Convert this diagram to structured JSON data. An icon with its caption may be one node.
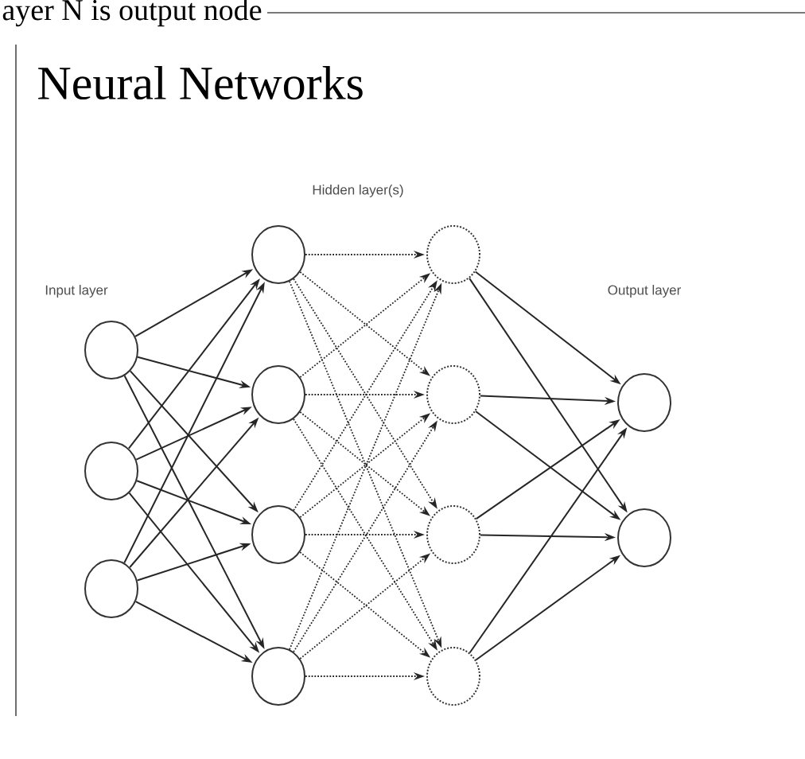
{
  "diagram": {
    "title": "Neural Networks",
    "nodes": [
      {
        "text": [],
        "shape": "circle"
      },
      {
        "text": [],
        "shape": "circle"
      },
      {
        "text": [],
        "shape": "circle"
      },
      {
        "text": [],
        "shape": "circle"
      },
      {
        "text": [],
        "shape": "circle"
      },
      {
        "text": [],
        "shape": "circle"
      },
      {
        "text": [],
        "shape": "circle"
      },
      {
        "text": [],
        "shape": "circle"
      },
      {
        "text": [],
        "shape": "circle"
      },
      {
        "text": [],
        "shape": "circle"
      },
      {
        "text": [],
        "shape": "circle"
      },
      {
        "text": [],
        "shape": "circle"
      },
      {
        "text": [],
        "shape": "circle"
      }
    ],
    "edges": [
      {
        "from": 0,
        "to": 3,
        "arrow": "to"
      },
      {
        "from": 0,
        "to": 4,
        "arrow": "to"
      },
      {
        "from": 0,
        "to": 5,
        "arrow": "to"
      },
      {
        "from": 0,
        "to": 6,
        "arrow": "to"
      },
      {
        "from": 1,
        "to": 3,
        "arrow": "to"
      },
      {
        "from": 1,
        "to": 4,
        "arrow": "to"
      },
      {
        "from": 1,
        "to": 5,
        "arrow": "to"
      },
      {
        "from": 1,
        "to": 6,
        "arrow": "to"
      },
      {
        "from": 2,
        "to": 3,
        "arrow": "to"
      },
      {
        "from": 2,
        "to": 4,
        "arrow": "to"
      },
      {
        "from": 2,
        "to": 5,
        "arrow": "to"
      },
      {
        "from": 2,
        "to": 6,
        "arrow": "to"
      },
      {
        "from": 3,
        "to": 7,
        "arrow": "to",
        "style": "dashed"
      },
      {
        "from": 3,
        "to": 8,
        "arrow": "to",
        "style": "dashed"
      },
      {
        "from": 3,
        "to": 9,
        "arrow": "to",
        "style": "dashed"
      },
      {
        "from": 3,
        "to": 10,
        "arrow": "to",
        "style": "dashed"
      },
      {
        "from": 4,
        "to": 7,
        "arrow": "to",
        "style": "dashed"
      },
      {
        "from": 4,
        "to": 8,
        "arrow": "to",
        "style": "dashed"
      },
      {
        "from": 4,
        "to": 9,
        "arrow": "to",
        "style": "dashed"
      },
      {
        "from": 4,
        "to": 10,
        "arrow": "to",
        "style": "dashed"
      },
      {
        "from": 5,
        "to": 7,
        "arrow": "to",
        "style": "dashed"
      },
      {
        "from": 5,
        "to": 8,
        "arrow": "to",
        "style": "dashed"
      },
      {
        "from": 5,
        "to": 9,
        "arrow": "to",
        "style": "dashed"
      },
      {
        "from": 5,
        "to": 10,
        "arrow": "to",
        "style": "dashed"
      },
      {
        "from": 6,
        "to": 7,
        "arrow": "to",
        "style": "dashed"
      },
      {
        "from": 6,
        "to": 8,
        "arrow": "to",
        "style": "dashed"
      },
      {
        "from": 6,
        "to": 9,
        "arrow": "to",
        "style": "dashed"
      },
      {
        "from": 6,
        "to": 10,
        "arrow": "to",
        "style": "dashed"
      },
      {
        "from": 7,
        "to": 11,
        "arrow": "to"
      },
      {
        "from": 7,
        "to": 12,
        "arrow": "to"
      },
      {
        "from": 8,
        "to": 11,
        "arrow": "to"
      },
      {
        "from": 8,
        "to": 12,
        "arrow": "to"
      },
      {
        "from": 9,
        "to": 11,
        "arrow": "to"
      },
      {
        "from": 9,
        "to": 12,
        "arrow": "to"
      },
      {
        "from": 10,
        "to": 11,
        "arrow": "to"
      },
      {
        "from": 10,
        "to": 12,
        "arrow": "to"
      }
    ],
    "labels": [
      "ayer N is output node",
      "Hidden layer(s)",
      "Input layer",
      "Output layer"
    ]
  }
}
